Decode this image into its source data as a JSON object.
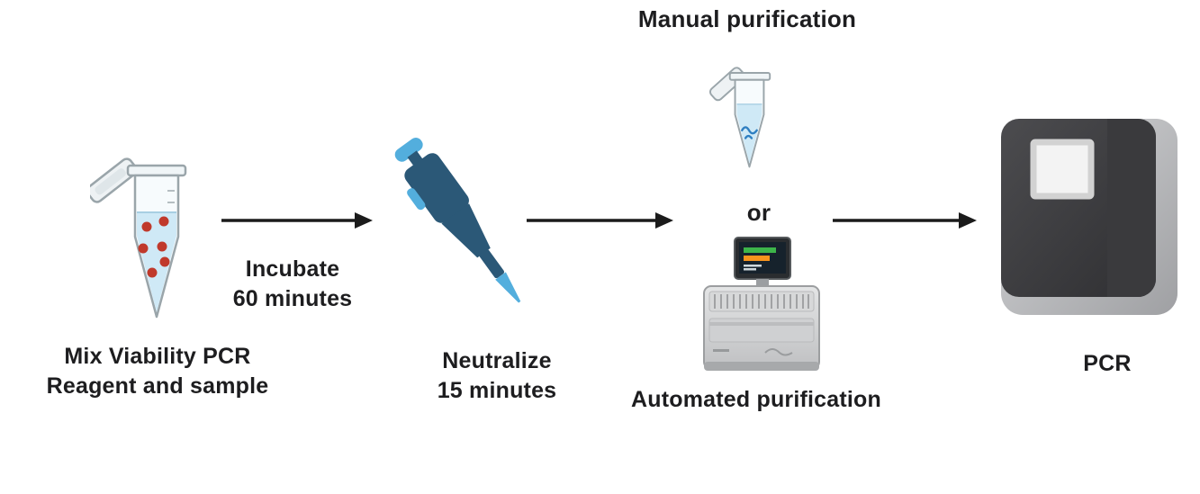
{
  "diagram": {
    "step1": {
      "line1": "Mix Viability PCR",
      "line2": "Reagent and sample"
    },
    "incubate": {
      "line1": "Incubate",
      "line2": "60 minutes"
    },
    "neutralize": {
      "line1": "Neutralize",
      "line2": "15 minutes"
    },
    "manual_label": "Manual purification",
    "or_label": "or",
    "automated_label": "Automated purification",
    "pcr_label": "PCR"
  },
  "icons": {
    "sample_tube": "microcentrifuge-tube-with-red-sample-dots",
    "pipette": "micropipette",
    "manual_tube": "microcentrifuge-tube-open-cap",
    "automated_instrument": "automated-purification-instrument",
    "pcr_machine": "pcr-thermocycler",
    "arrow": "right-arrow"
  },
  "colors": {
    "text": "#1d1d1f",
    "arrow": "#1b1b1b",
    "tube_outline": "#9aa5aa",
    "liquid": "#cfe9f6",
    "sample_dots": "#c0392b",
    "pipette_dark": "#2b5877",
    "pipette_light": "#53aedd",
    "screen_green": "#3db54a",
    "screen_orange": "#f7941d",
    "machine_dark": "#3a3a3d"
  }
}
